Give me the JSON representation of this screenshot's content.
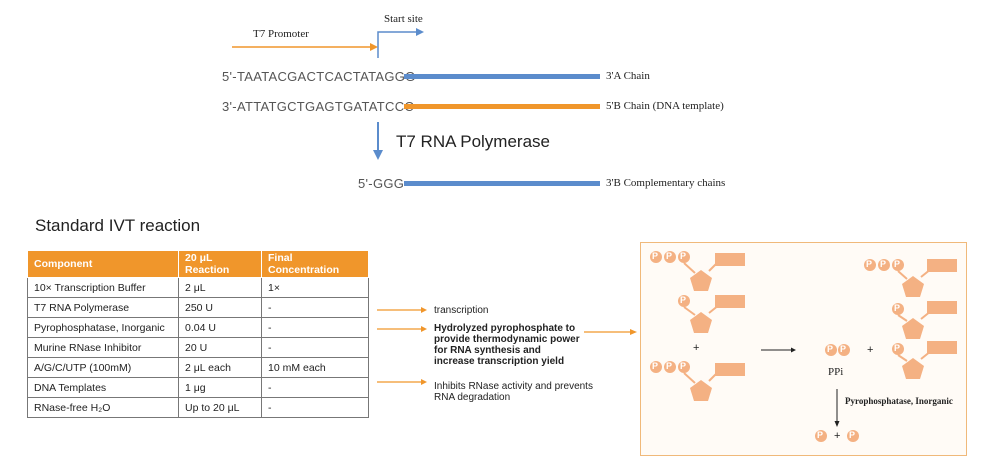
{
  "promoter": {
    "label": "T7 Promoter",
    "start_site": "Start site"
  },
  "strands": {
    "a_seq": "5'-TAATACGACTCACTATAGGG",
    "a_label": "3'A Chain",
    "b_seq": "3'-ATTATGCTGAGTGATATCCC",
    "b_label": "5'B Chain (DNA template)",
    "enzyme": "T7 RNA Polymerase",
    "product_seq": "5'-GGG",
    "product_label": "3'B Complementary chains"
  },
  "table": {
    "title": "Standard IVT reaction",
    "headers": [
      "Component",
      "20 μL Reaction",
      "Final Concentration"
    ],
    "rows": [
      [
        "10× Transcription Buffer",
        "2 μL",
        "1×"
      ],
      [
        "T7 RNA Polymerase",
        "250 U",
        "-"
      ],
      [
        "Pyrophosphatase, Inorganic",
        "0.04 U",
        "-"
      ],
      [
        "Murine RNase Inhibitor",
        "20 U",
        "-"
      ],
      [
        "A/G/C/UTP (100mM)",
        "2 μL each",
        "10 mM each"
      ],
      [
        "DNA Templates",
        "1 μg",
        "-"
      ],
      [
        "RNase-free H₂O",
        "Up to 20 μL",
        "-"
      ]
    ]
  },
  "notes": {
    "transcription": "transcription",
    "pyrophosphate": "Hydrolyzed pyrophosphate to provide thermodynamic power for RNA synthesis and increase transcription yield",
    "rnase": "Inhibits RNase activity and prevents RNA degradation"
  },
  "reaction": {
    "plus": "+",
    "ppi": "PPi",
    "enzyme": "Pyrophosphatase, Inorganic",
    "phosphate": "P"
  },
  "colors": {
    "blue": "#5b8ccc",
    "orange": "#f0962b",
    "salmon": "#f4b183"
  }
}
